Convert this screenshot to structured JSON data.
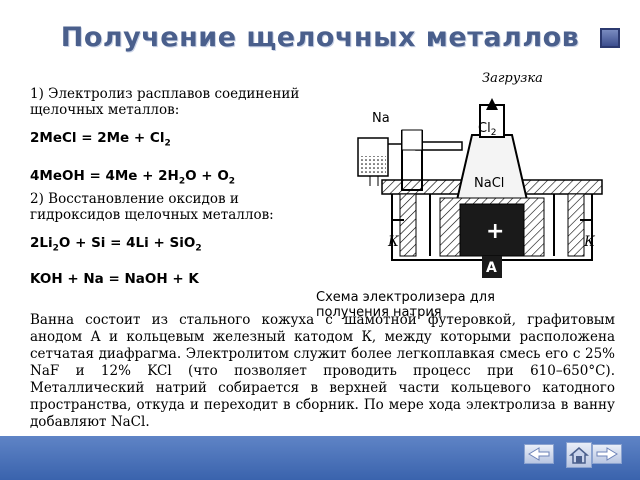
{
  "title": "Получение  щелочных металлов",
  "section1": {
    "heading": "1) Электролиз расплавов соединений щелочных металлов:",
    "eq1": {
      "a": "2MeCl = 2Me + Cl",
      "sub_a": "2"
    },
    "eq2": {
      "a": "4MeOH = 4Me + 2H",
      "sub_a": "2",
      "b": "O + O",
      "sub_b": "2"
    }
  },
  "section2": {
    "heading": "2) Восстановление оксидов и гидроксидов щелочных металлов:",
    "eq3": {
      "a": "2Li",
      "sub_a": "2",
      "b": "O + Si = 4Li + SiO",
      "sub_b": "2"
    },
    "eq4": "KOH + Na = NaOH + K"
  },
  "diagram": {
    "label_load": "Загрузка",
    "label_na": "Na",
    "label_cl2": "Cl",
    "label_cl2_sub": "2",
    "label_nacl": "NaCl",
    "label_k_left": "К",
    "label_k_right": "К",
    "label_plus": "+",
    "label_a": "А"
  },
  "caption": "Схема электролизера для получения натрия",
  "body": "Ванна состоит из стального кожуха с шамотной футеровкой, графитовым анодом А и кольцевым железный катодом К, между которыми расположена сетчатая диафрагма. Электролитом служит более легкоплавкая смесь его с 25% NaF и 12% KCl (что позволяет проводить процесс при 610–650°С). Металлический натрий собирается в верхней части кольцевого катодного пространства, откуда и переходит в сборник. По мере хода электролиза в ванну добавляют NaCl.",
  "colors": {
    "title": "#4a5f8c",
    "footer": "#4a72b8"
  },
  "icons": [
    "back-arrow-icon",
    "forward-arrow-icon",
    "home-icon"
  ]
}
